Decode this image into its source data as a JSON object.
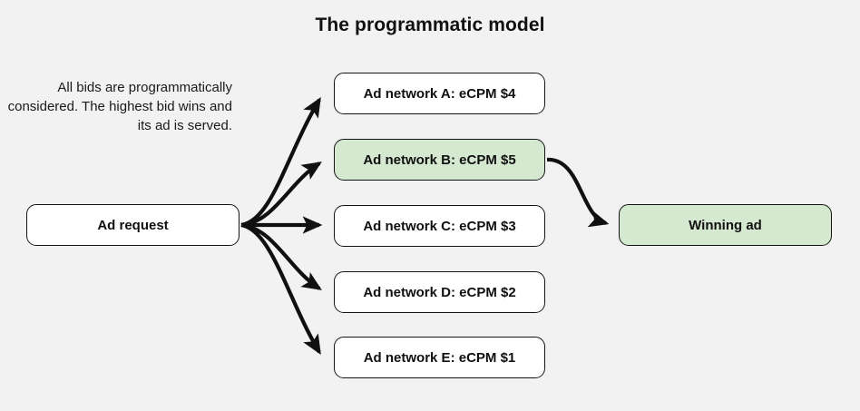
{
  "diagram": {
    "title": "The programmatic model",
    "caption": "All bids are programmatically considered. The highest bid wins and its ad is served.",
    "background_color": "#f2f2f2",
    "highlight_color": "#d4e9cf",
    "node_fill_color": "#ffffff",
    "stroke_color": "#141414"
  },
  "nodes": {
    "ad_request": {
      "label": "Ad request",
      "highlighted": false
    },
    "networks": [
      {
        "label": "Ad network A: eCPM $4",
        "network": "A",
        "ecpm": "$4",
        "highlighted": false
      },
      {
        "label": "Ad network B: eCPM $5",
        "network": "B",
        "ecpm": "$5",
        "highlighted": true
      },
      {
        "label": "Ad network C: eCPM $3",
        "network": "C",
        "ecpm": "$3",
        "highlighted": false
      },
      {
        "label": "Ad network D: eCPM $2",
        "network": "D",
        "ecpm": "$2",
        "highlighted": false
      },
      {
        "label": "Ad network E: eCPM $1",
        "network": "E",
        "ecpm": "$1",
        "highlighted": false
      }
    ],
    "winning_ad": {
      "label": "Winning ad",
      "highlighted": true
    }
  },
  "edges": [
    {
      "from": "Ad request",
      "to": "Ad network A: eCPM $4"
    },
    {
      "from": "Ad request",
      "to": "Ad network B: eCPM $5"
    },
    {
      "from": "Ad request",
      "to": "Ad network C: eCPM $3"
    },
    {
      "from": "Ad request",
      "to": "Ad network D: eCPM $2"
    },
    {
      "from": "Ad request",
      "to": "Ad network E: eCPM $1"
    },
    {
      "from": "Ad network B: eCPM $5",
      "to": "Winning ad"
    }
  ]
}
